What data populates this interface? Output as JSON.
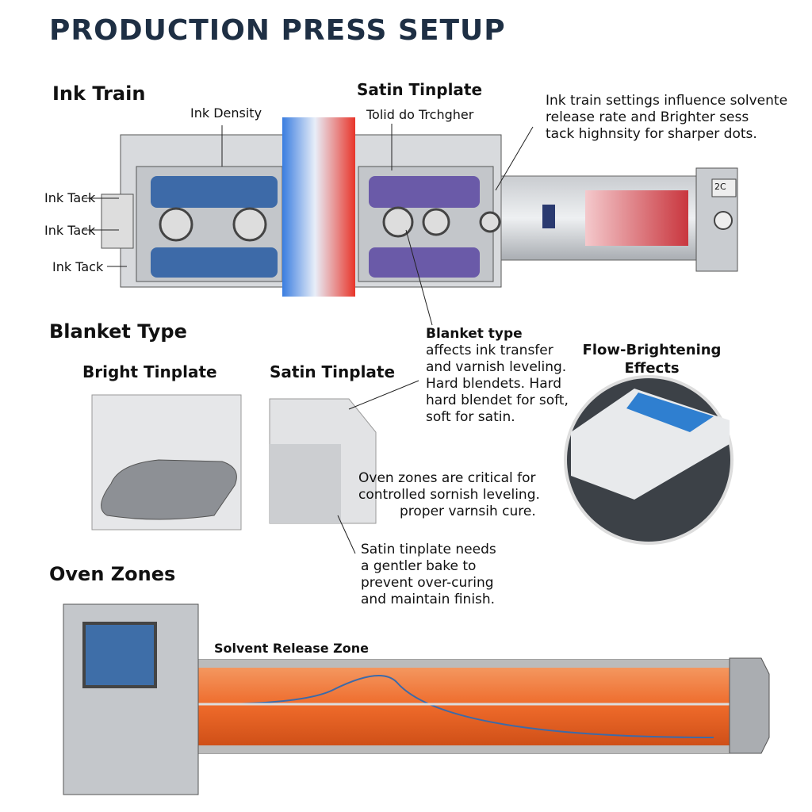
{
  "title": "PRODUCTION PRESS SETUP",
  "ink_train": {
    "heading": "Ink Train",
    "ink_density_label": "Ink Density",
    "tack_labels": [
      "Ink Tack",
      "Ink Tack",
      "Ink Tack"
    ],
    "satin_heading": "Satin Tinplate",
    "satin_sub": "Tolid do Trchgher",
    "note": [
      "Ink train settings influence solvente",
      "release rate and Brighter sess",
      "tack highnsity for sharper dots."
    ],
    "gauge_readout": "2C"
  },
  "blanket": {
    "heading": "Blanket Type",
    "bright_label": "Bright Tinplate",
    "satin_label": "Satin Tinplate",
    "note_title": "Blanket type",
    "note": [
      "affects ink transfer",
      "and varnish leveling.",
      "Hard blendets. Hard",
      "hard blendet for soft,",
      "soft for satin."
    ],
    "flow_title": [
      "Flow-Brightening",
      "Effects"
    ]
  },
  "oven": {
    "note1": [
      "Oven zones are critical for",
      "controlled sornish leveling.",
      "proper varnsih cure."
    ],
    "note2": [
      "Satin tinplate needs",
      "a gentler bake to",
      "prevent over-curing",
      "and maintain finish."
    ],
    "heading": "Oven Zones",
    "zone_label": "Solvent Release Zone"
  },
  "colors": {
    "title": "#1e2f44",
    "roller_blue": "#3d6aa8",
    "roller_purple": "#6a5aa8",
    "oven_orange": "#ee6a2a"
  }
}
